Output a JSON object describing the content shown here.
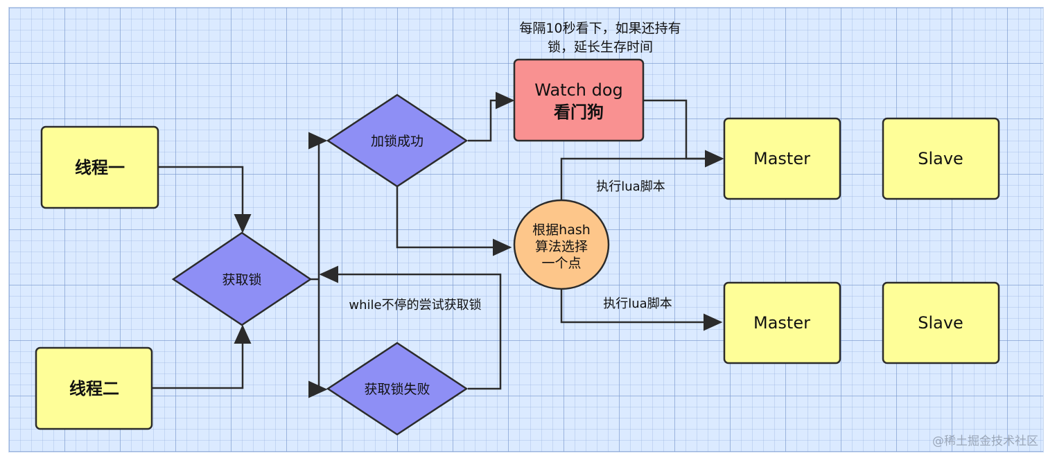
{
  "nodes": {
    "thread_one": "线程一",
    "thread_two": "线程二",
    "acquire_lock": "获取锁",
    "lock_success": "加锁成功",
    "lock_fail": "获取锁失败",
    "watchdog_line1": "Watch dog",
    "watchdog_line2": "看门狗",
    "hash_line1": "根据hash",
    "hash_line2": "算法选择",
    "hash_line3": "一个点",
    "master_top": "Master",
    "slave_top": "Slave",
    "master_bottom": "Master",
    "slave_bottom": "Slave"
  },
  "edge_labels": {
    "watchdog_note_line1": "每隔10秒看下，如果还持有",
    "watchdog_note_line2": "锁，延长生存时间",
    "lua_top": "执行lua脚本",
    "lua_bottom": "执行lua脚本",
    "retry_loop": "while不停的尝试获取锁"
  },
  "watermark": "@稀土掘金技术社区",
  "colors": {
    "thread_box": "#fefe98",
    "decision": "#8e8ff5",
    "watchdog": "#f99191",
    "hash_circle": "#fdc68a",
    "server_box": "#fefe98",
    "stroke": "#2b2b2b"
  }
}
